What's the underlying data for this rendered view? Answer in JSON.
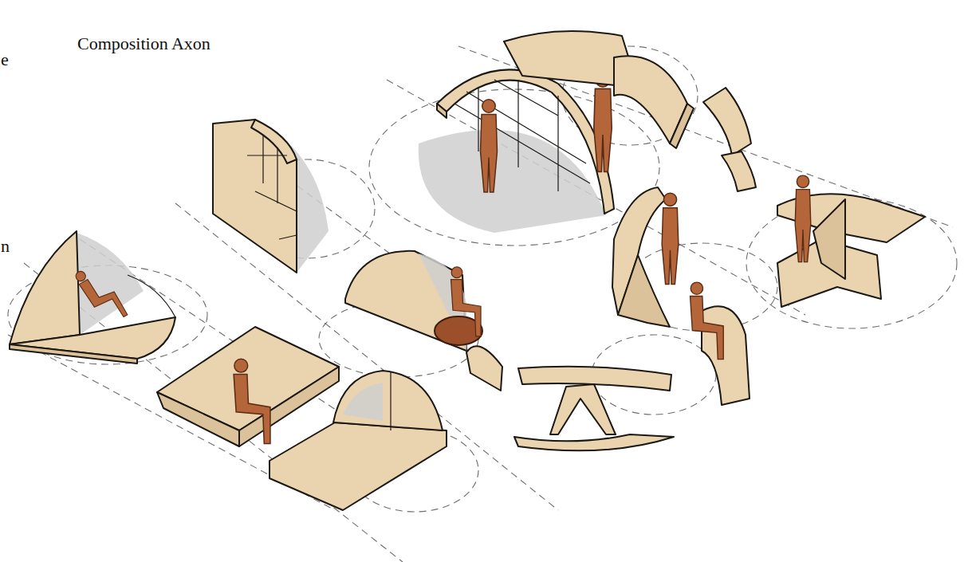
{
  "diagram": {
    "title": "Composition Axon",
    "labels": [
      "e",
      "n"
    ]
  }
}
